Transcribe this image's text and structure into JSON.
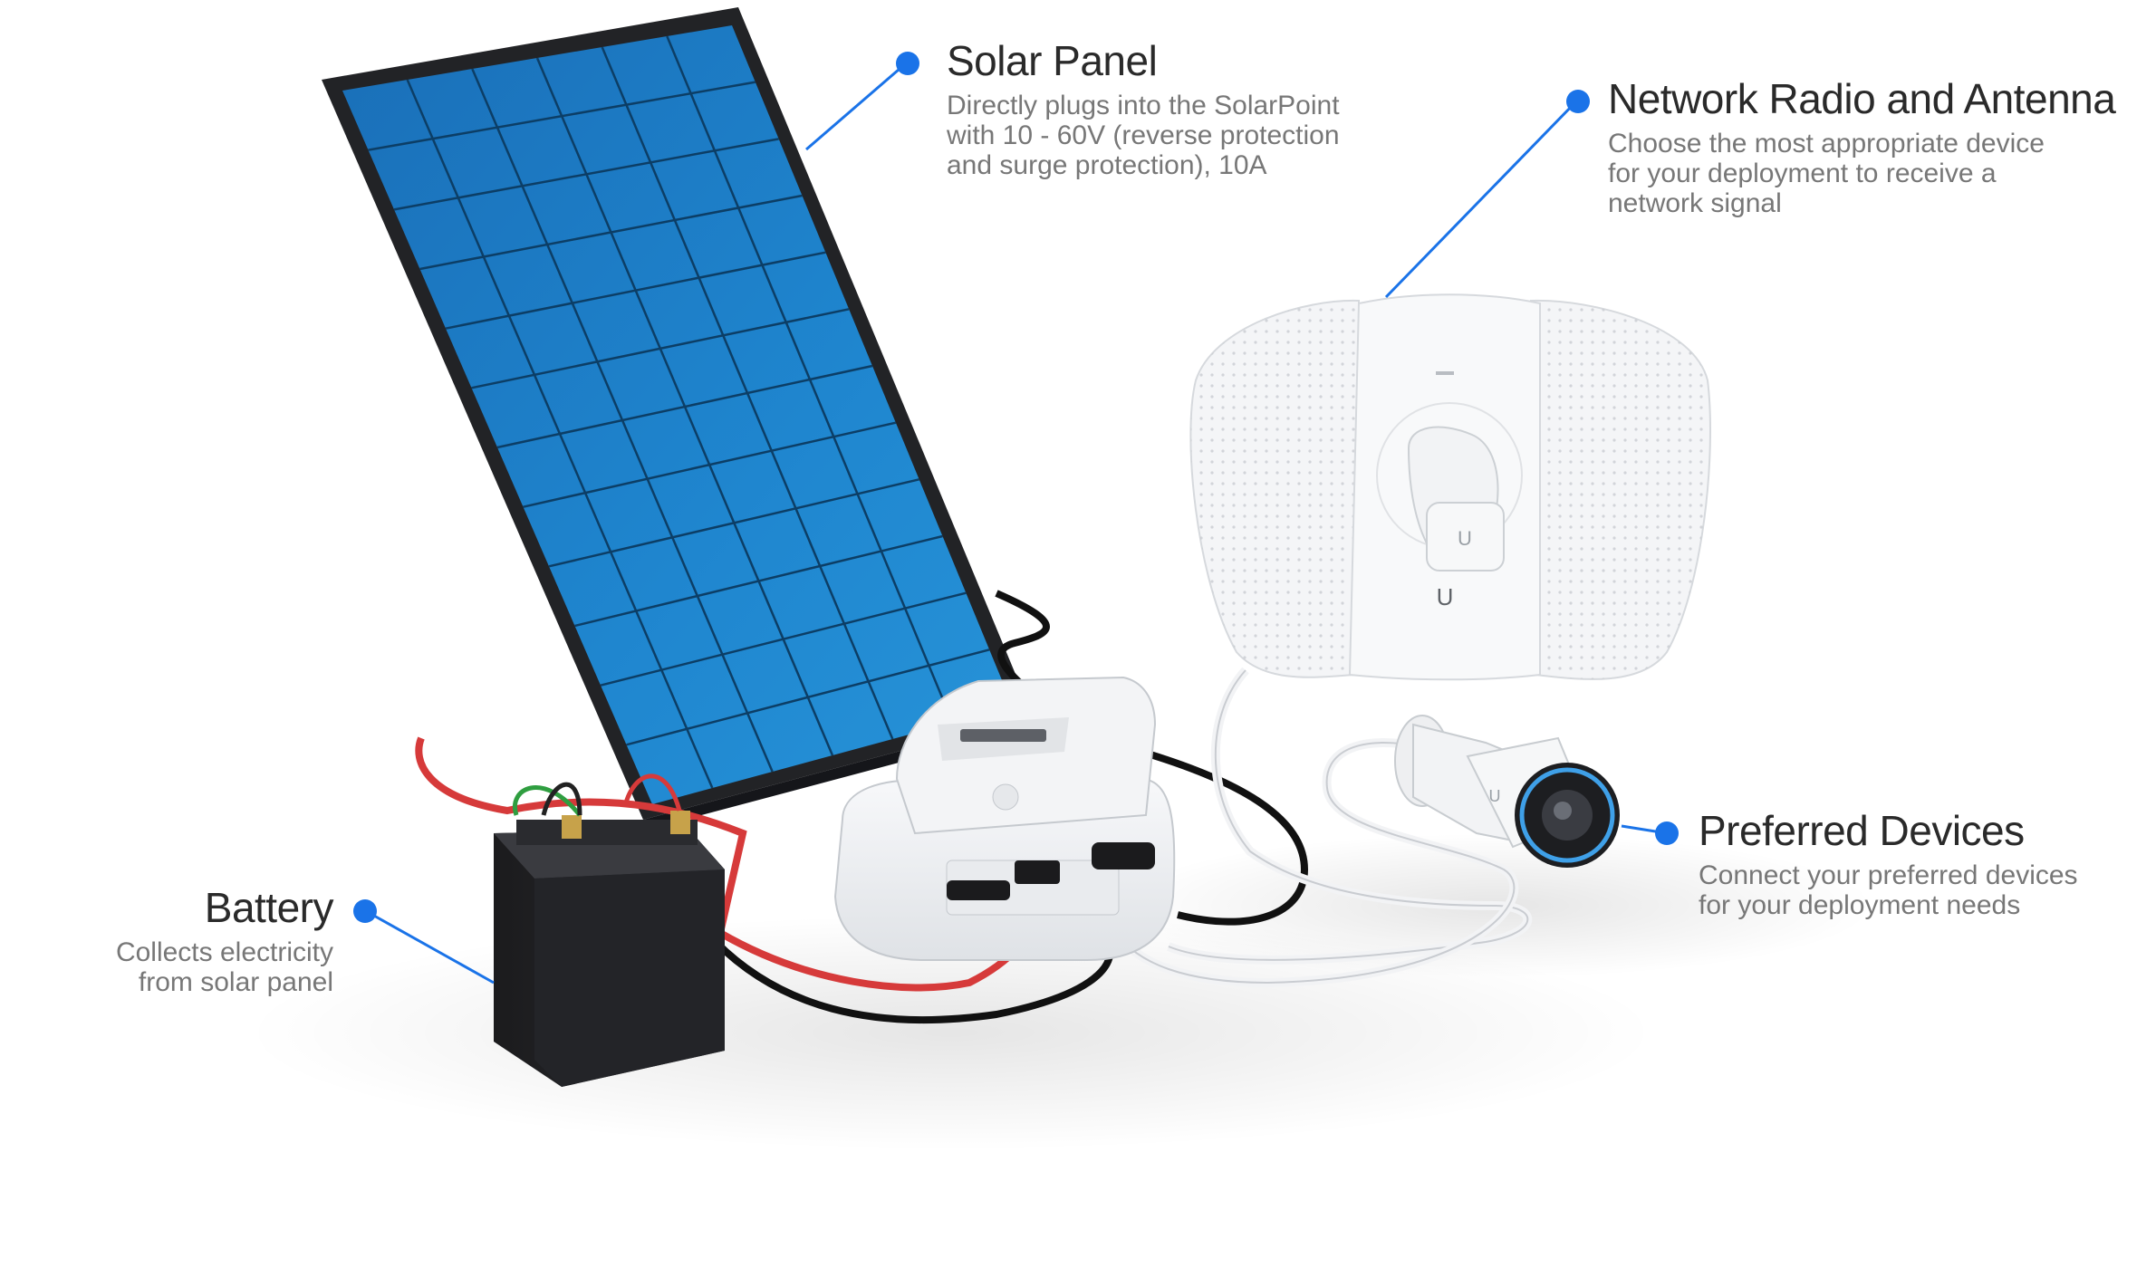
{
  "accent_color": "#1a73e8",
  "callouts": {
    "solar_panel": {
      "title": "Solar Panel",
      "lines": [
        "Directly plugs into the SolarPoint",
        "with 10 - 60V (reverse protection",
        "and surge protection), 10A"
      ]
    },
    "network_radio": {
      "title": "Network Radio and Antenna",
      "lines": [
        "Choose the most appropriate device",
        "for your deployment to receive a",
        "network signal"
      ]
    },
    "preferred_devices": {
      "title": "Preferred Devices",
      "lines": [
        "Connect your preferred devices",
        "for your deployment needs"
      ]
    },
    "battery": {
      "title": "Battery",
      "lines": [
        "Collects electricity",
        "from solar panel"
      ]
    }
  },
  "antenna_logo": "U",
  "camera_logo": "U"
}
